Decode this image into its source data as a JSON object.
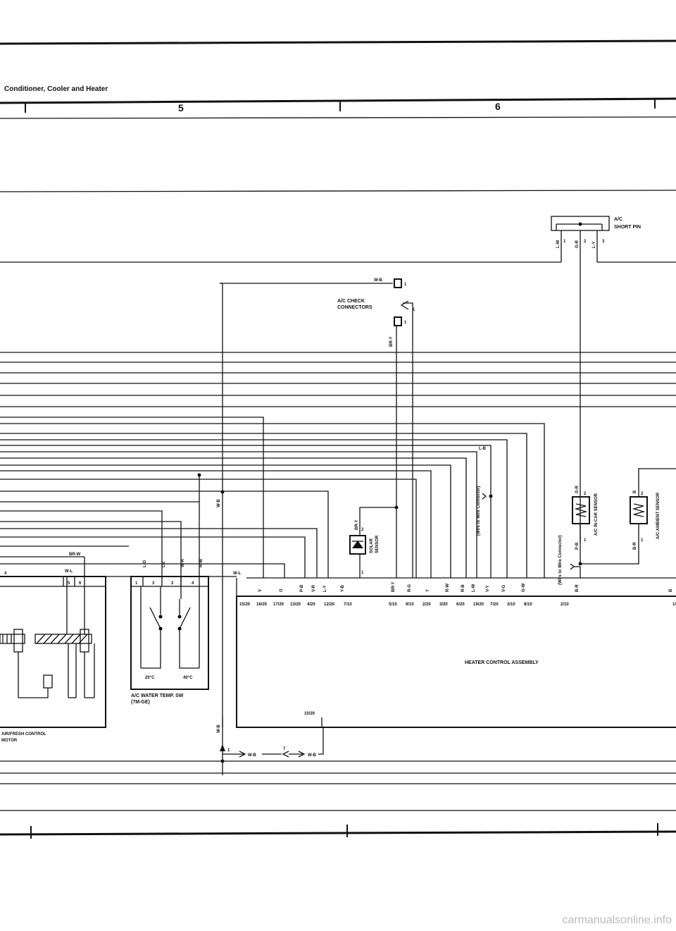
{
  "header": {
    "title": "Conditioner, Cooler and Heater",
    "col5": "5",
    "col6": "6"
  },
  "components": {
    "short_pin": {
      "label1": "A/C",
      "label2": "SHORT PIN",
      "wires": [
        "L-W",
        "G-R",
        "L-Y"
      ],
      "pins": [
        "1",
        "2",
        "3"
      ]
    },
    "check_conn": {
      "label1": "A/C CHECK",
      "label2": "CONNECTORS",
      "wire_top": "W-B",
      "wire_side": "BR-Y",
      "pin": "1"
    },
    "solar": {
      "label1": "SOLAR",
      "label2": "SENSOR",
      "wire": "BR-Y",
      "pin_top": "2",
      "pin_bot": "1"
    },
    "incar": {
      "label": "A/C IN-CAR SENSOR",
      "wire_top": "G-R",
      "wire_bot": "P-B",
      "pin_top": "2",
      "pin_bot": "1"
    },
    "ambient": {
      "label": "A/C AMBIENT SENSOR",
      "wire_top": "B",
      "wire_bot": "B-R",
      "pin_top": "2",
      "pin_bot": "1"
    },
    "wire_conn": {
      "label1": "(Wire to Wire Connector)",
      "label2": "(Wire to Wire Connector)",
      "wire": "L-B"
    },
    "water_sw": {
      "label1": "A/C WATER TEMP. SW",
      "label2": "(7M-GE)",
      "t1": "20°C",
      "t2": "40°C",
      "wires": [
        "L-G",
        "LG",
        "W-R",
        "R-W"
      ],
      "pins": [
        "1",
        "3",
        "2",
        "4"
      ]
    },
    "motor": {
      "label1": "AIR/FRESH CONTROL",
      "label2": "MOTOR",
      "wire1": "BR-W",
      "wire2": "W-L",
      "pins": [
        "4",
        "5",
        "6"
      ]
    },
    "hca": {
      "label": "HEATER CONTROL ASSEMBLY",
      "wire_left": "W-L",
      "wires": [
        "V",
        "O",
        "P-B",
        "V-R",
        "L-Y",
        "Y-B",
        "BR-Y",
        "R-G",
        "Y",
        "R-W",
        "R-B",
        "L-W",
        "V-Y",
        "V-G",
        "G-W",
        "B-R",
        "B"
      ],
      "pins": [
        "15/20",
        "16/20",
        "17/20",
        "13/20",
        "4/20",
        "12/20",
        "7/10",
        "5/10",
        "9/10",
        "2/20",
        "3/20",
        "6/20",
        "19/20",
        "7/20",
        "3/10",
        "8/10",
        "2/10",
        "1/"
      ],
      "pin_ground": "10/20"
    },
    "ground": {
      "wire_v": "W-B",
      "wire_v2": "W-B",
      "wire_a": "W-B",
      "wire_b": "W-B",
      "pin1": "1",
      "pin7": "7"
    }
  },
  "watermark": "carmanualsonline.info"
}
